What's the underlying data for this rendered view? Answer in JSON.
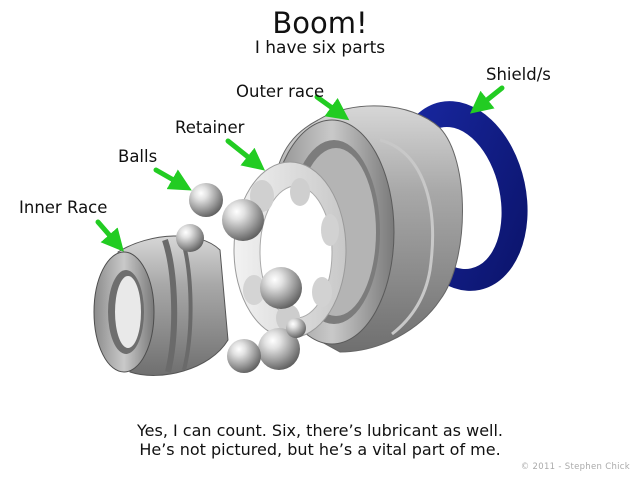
{
  "title": "Boom!",
  "subtitle": "I have six parts",
  "labels": {
    "outer_race": "Outer race",
    "shield": "Shield/s",
    "retainer": "Retainer",
    "balls": "Balls",
    "inner_race": "Inner Race"
  },
  "caption": {
    "line1": "Yes, I can count. Six, there’s lubricant as well.",
    "line2": "He’s not pictured, but he’s a vital part of me."
  },
  "copyright": "© 2011 - Stephen Chick",
  "colors": {
    "shield": "#0f1a86",
    "arrow": "#22cc22",
    "metal": "#9b9b9b",
    "retainer": "#dedede"
  }
}
